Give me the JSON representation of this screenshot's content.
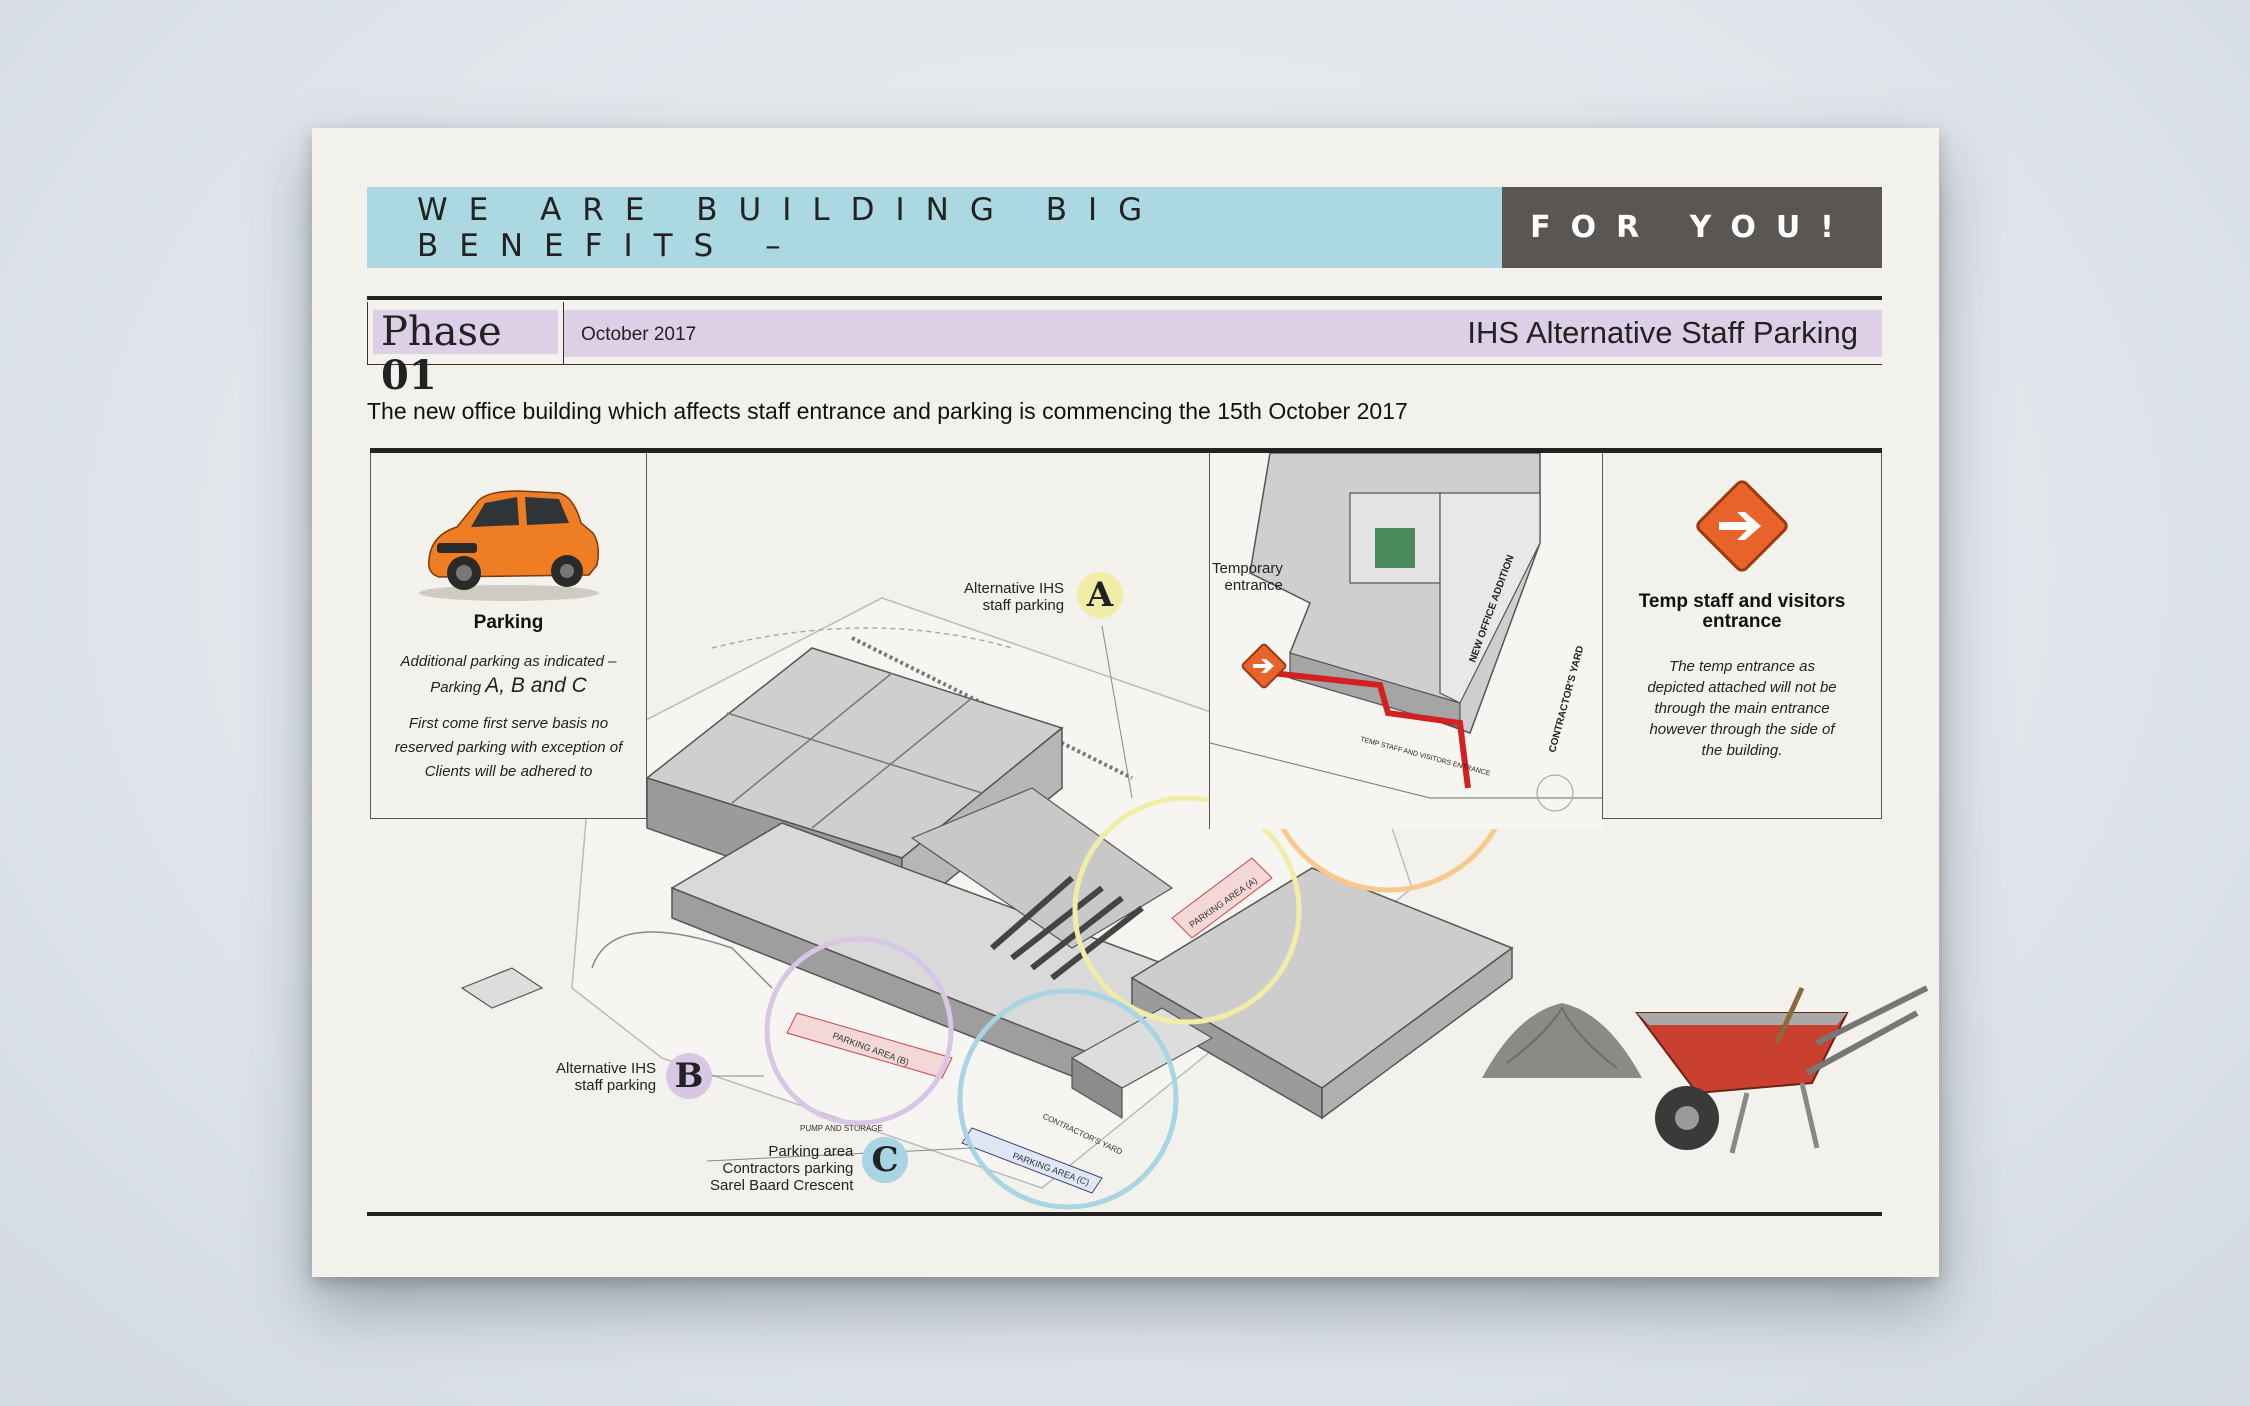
{
  "banner": {
    "left": "WE ARE BUILDING BIG BENEFITS –",
    "right": "FOR YOU!"
  },
  "phase": {
    "word": "Phase",
    "number": "01",
    "date": "October 2017",
    "title": "IHS Alternative Staff Parking"
  },
  "intro": "The new office building which affects staff entrance and parking is commencing the 15th October 2017",
  "parking_panel": {
    "heading": "Parking",
    "line1": "Additional parking as indicated –",
    "line2_prefix": "Parking",
    "line2_emph": "A, B and C",
    "para2_l1": "First come first serve basis no",
    "para2_l2": "reserved parking with exception of",
    "para2_l3": "Clients will be adhered to"
  },
  "entrance_panel": {
    "heading_l1": "Temp staff and visitors",
    "heading_l2": "entrance",
    "t1": "The temp entrance as",
    "t2": "depicted attached will not be",
    "t3": "through the main entrance",
    "t4": "however through the side of",
    "t5": "the building."
  },
  "map": {
    "temp_entrance_l1": "Temporary",
    "temp_entrance_l2": "entrance",
    "a_l1": "Alternative IHS",
    "a_l2": "staff parking",
    "b_l1": "Alternative IHS",
    "b_l2": "staff parking",
    "c_l1": "Parking area",
    "c_l2": "Contractors parking",
    "c_l3": "Sarel Baard Crescent",
    "badge_a": "A",
    "badge_b": "B",
    "badge_c": "C",
    "new_office": "NEW OFFICE ADDITION",
    "contractors_yard": "CONTRACTOR'S YARD",
    "temp_route": "TEMP STAFF AND VISITORS ENTRANCE",
    "parking_a": "PARKING AREA (A)",
    "parking_b": "PARKING AREA (B)",
    "parking_c": "PARKING AREA (C)",
    "pump": "PUMP AND STORAGE",
    "contractors_yard_2": "CONTRACTOR'S YARD"
  },
  "colors": {
    "banner_blue": "#acd8e1",
    "banner_dark": "#5a5653",
    "lilac": "#dccfe6",
    "circle_yellow": "#f1eda7",
    "circle_orange": "#f8c98c",
    "circle_lilac": "#d7c6e4",
    "circle_blue": "#a8d4e3",
    "arrow_orange": "#e8632a"
  },
  "icons": [
    "car-icon",
    "orange-arrow-icon",
    "wheelbarrow-icon",
    "sand-pile-icon"
  ]
}
